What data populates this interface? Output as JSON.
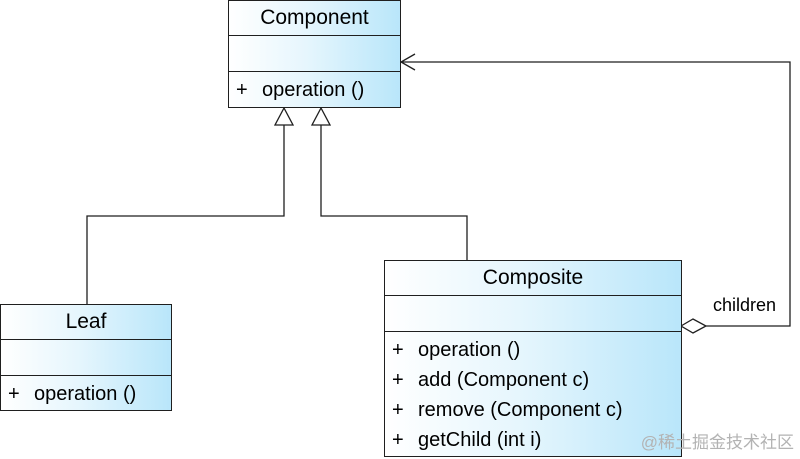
{
  "classes": {
    "component": {
      "name": "Component",
      "visibility": "+",
      "operations": [
        "operation ()"
      ]
    },
    "leaf": {
      "name": "Leaf",
      "visibility": "+",
      "operations": [
        "operation ()"
      ]
    },
    "composite": {
      "name": "Composite",
      "visibility": "+",
      "operations": [
        "operation ()",
        "add (Component c)",
        "remove (Component c)",
        "getChild (int i)"
      ]
    }
  },
  "relations": {
    "leaf_to_component": "generalization",
    "composite_to_component": "generalization",
    "composite_to_component_assoc": {
      "type": "aggregation",
      "label": "children"
    }
  },
  "colors": {
    "line": "#1f1f1f",
    "box_fill_end": "#b9e6fa",
    "watermark": "#b3b3b3"
  },
  "watermark": "@稀土掘金技术社区"
}
